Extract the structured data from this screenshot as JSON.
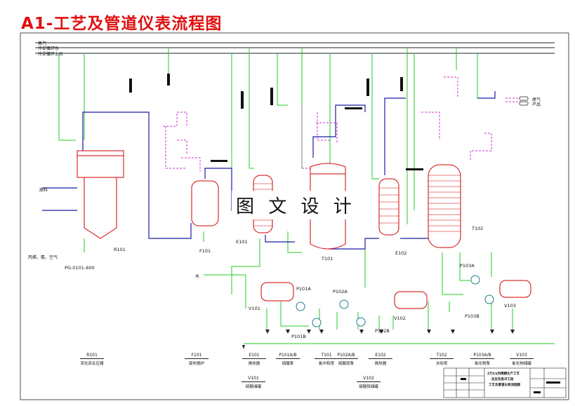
{
  "title": "A1-工艺及管道仪表流程图",
  "watermark": "图 文 设 计",
  "header_lines": [
    "蒸汽",
    "冷却循环水",
    "冷却循环上水"
  ],
  "stream_labels": {
    "left_feed": "原料",
    "bottom_feed": "丙烯、氨、空气",
    "water_in": "水",
    "vent_gas": "尾气",
    "product_out": "产品",
    "pipe_code": "PG-0101-600"
  },
  "equipment_tags": {
    "r101": "R101",
    "f101": "F101",
    "e101": "E101",
    "t101": "T101",
    "e102": "E102",
    "t102": "T102",
    "p101a": "P101A",
    "p101b": "P101B",
    "p102a": "P102A",
    "p102b": "P102B",
    "p103a": "P103A",
    "p103b": "P103B",
    "v101": "V101",
    "v102": "V102",
    "v103": "V103"
  },
  "legend": [
    {
      "tag": "R101",
      "name": "流化床反应器"
    },
    {
      "tag": "F101",
      "name": "废热锅炉"
    },
    {
      "tag": "E101",
      "name": "换热器"
    },
    {
      "tag": "P101A/B",
      "name": "硫酸泵"
    },
    {
      "tag": "T101",
      "name": "氨中和塔"
    },
    {
      "tag": "P102A/B",
      "name": "硫酸铵泵"
    },
    {
      "tag": "E102",
      "name": "换热器"
    },
    {
      "tag": "T102",
      "name": "水吸塔"
    },
    {
      "tag": "P103A/B",
      "name": "氰化物泵"
    },
    {
      "tag": "V103",
      "name": "氰化物储罐"
    }
  ],
  "legend_row2": [
    {
      "tag": "V101",
      "name": "硫酸储罐"
    },
    {
      "tag": "V102",
      "name": "硫酸铵储罐"
    }
  ],
  "title_block": {
    "line1": "2万t/a丙烯腈生产工艺",
    "line2": "反应及急冷工段",
    "line3": "工艺及管道仪表流程图"
  },
  "colors": {
    "process": "#1a1aa8",
    "water": "#22cc22",
    "steam": "#cc33cc",
    "equipment": "#d00000",
    "title": "#e01010"
  }
}
